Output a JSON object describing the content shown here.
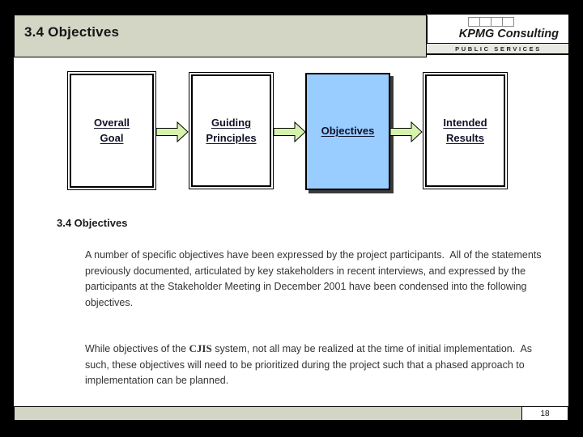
{
  "header": {
    "title": "3.4 Objectives",
    "logo_text": "KPMG Consulting",
    "division": "PUBLIC SERVICES"
  },
  "diagram": {
    "boxes": [
      {
        "label": "Overall Goal",
        "highlighted": false
      },
      {
        "label": "Guiding Principles",
        "highlighted": false
      },
      {
        "label": "Objectives",
        "highlighted": true
      },
      {
        "label": "Intended Results",
        "highlighted": false
      }
    ]
  },
  "section": {
    "heading": "3.4 Objectives",
    "paragraph1": "A number of specific objectives have been expressed by the project participants.  All of the statements previously documented, articulated by key stakeholders in recent interviews, and expressed by the participants at the Stakeholder Meeting in December 2001 have been condensed into the following objectives.",
    "paragraph2_before": "While objectives of the ",
    "paragraph2_acronym": "CJIS",
    "paragraph2_after": " system, not all may be realized at the time of initial implementation.  As such, these objectives will need to be prioritized during the project such that a phased approach to implementation can be planned."
  },
  "footer": {
    "page_number": "18"
  },
  "colors": {
    "bar_background": "#D4D6C5",
    "division_bar_background": "#E9E9E4",
    "highlight_box": "#99CCFF",
    "arrow_fill": "#D6F3AC",
    "shadow": "#3a3a3a"
  }
}
